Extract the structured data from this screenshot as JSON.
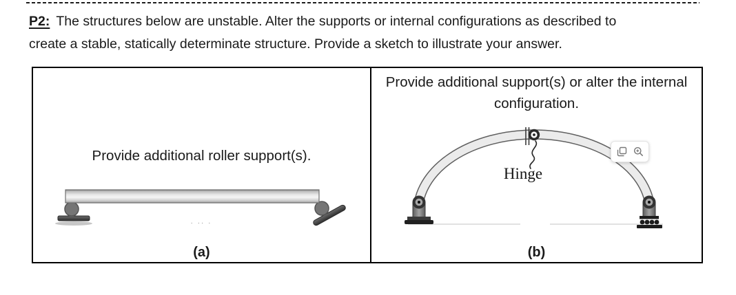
{
  "problem": {
    "label": "P2:",
    "line1": "The structures below are unstable.  Alter the supports or internal configurations as described to",
    "line2": "create a stable, statically determinate structure. Provide a sketch to illustrate your answer."
  },
  "cells": {
    "a": {
      "instruction": "Provide additional roller support(s).",
      "caption": "(a)",
      "artifact_marks": "· ·· ·"
    },
    "b": {
      "instruction_line1": "Provide additional support(s) or alter the internal",
      "instruction_line2": "configuration.",
      "hinge_label": "Hinge",
      "caption": "(b)"
    }
  },
  "overlay_toolbar": {
    "copy_icon": "copy",
    "zoom_icon": "zoom-in"
  },
  "colors": {
    "text": "#1a1a1a",
    "table_border": "#000000",
    "beam_highlight": "#f5f5f5",
    "beam_shadow": "#8f8f8f",
    "roller_gray": "#757575",
    "support_dark": "#3a3a3a",
    "arch_fill": "#ebebeb",
    "arch_stroke": "#5f5f5f",
    "ground_line": "#cfcfcf"
  }
}
